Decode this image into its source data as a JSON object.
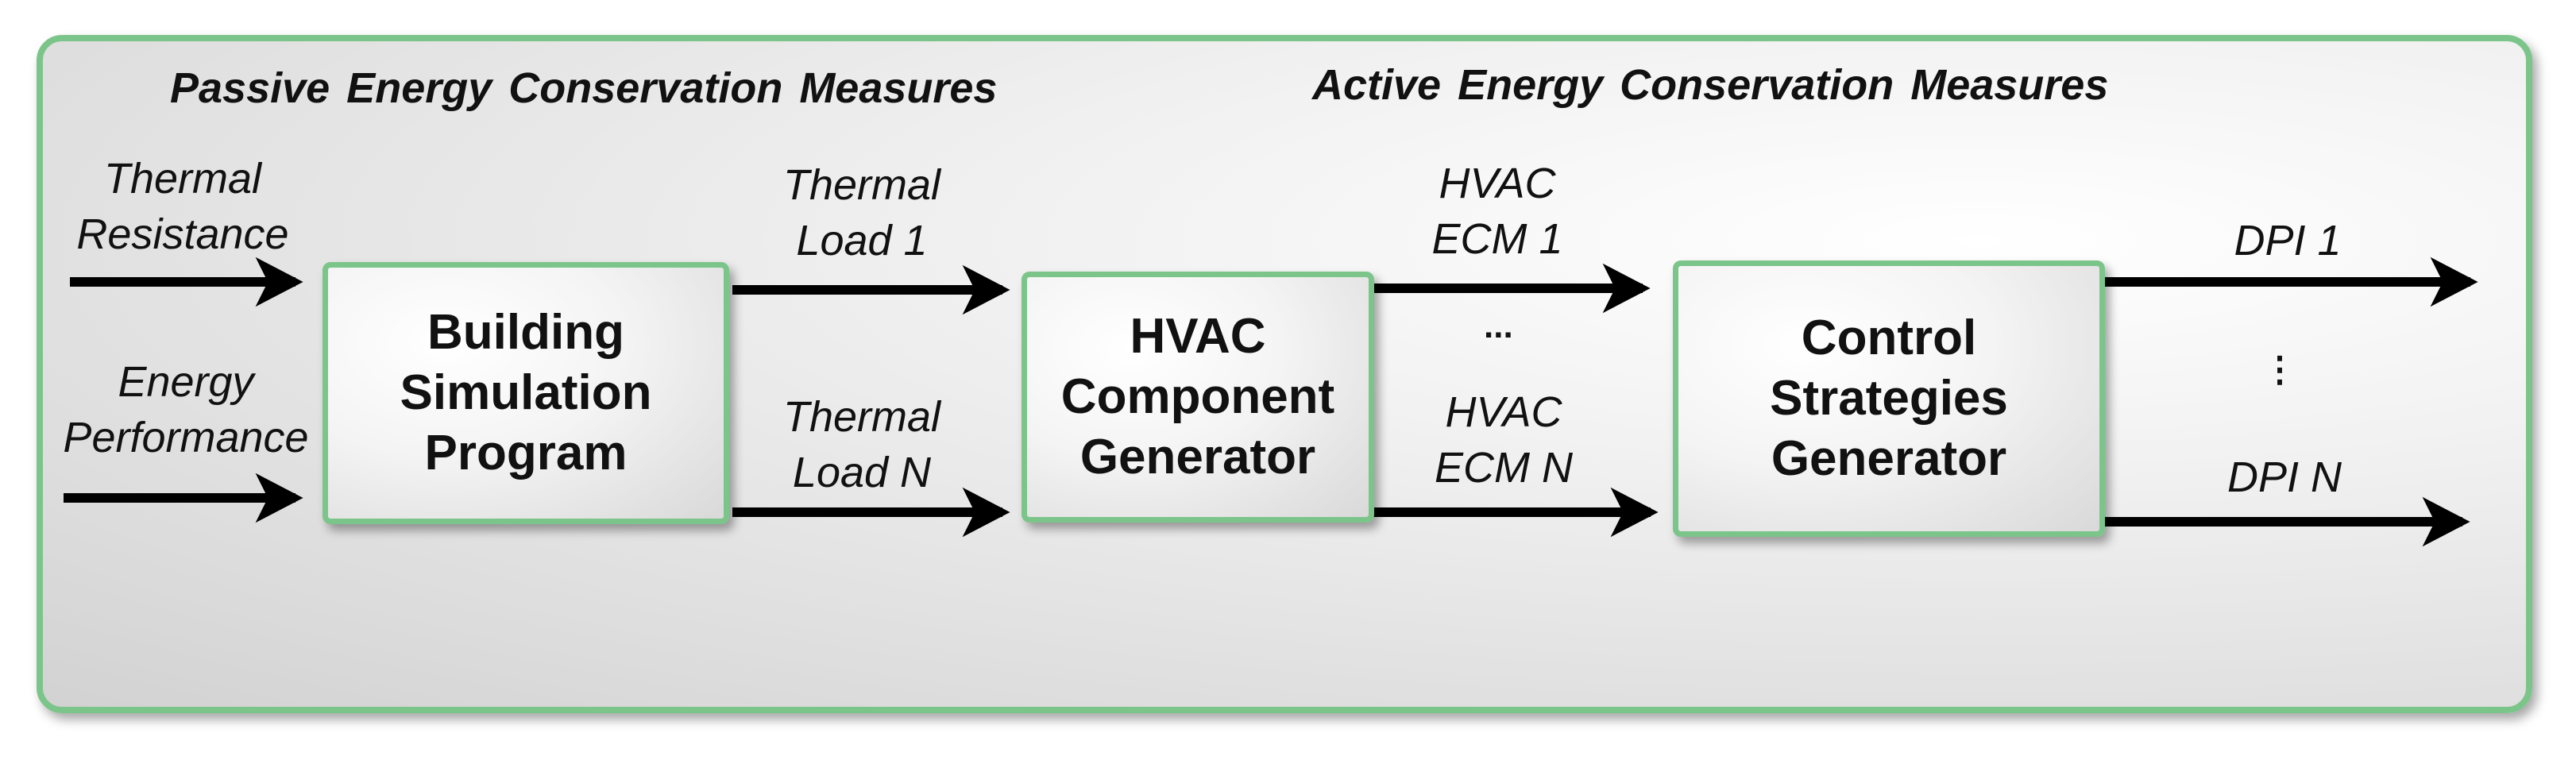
{
  "headings": {
    "passive": "Passive Energy Conservation Measures",
    "active": "Active Energy Conservation Measures"
  },
  "inputs": {
    "thermal_resistance": [
      "Thermal",
      "Resistance"
    ],
    "energy_performance": [
      "Energy",
      "Performance"
    ]
  },
  "boxes": {
    "building": [
      "Building",
      "Simulation",
      "Program"
    ],
    "hvac": [
      "HVAC",
      "Component",
      "Generator"
    ],
    "control": [
      "Control",
      "Strategies",
      "Generator"
    ]
  },
  "flows": {
    "thermal_load_1": [
      "Thermal",
      "Load 1"
    ],
    "thermal_load_n": [
      "Thermal",
      "Load N"
    ],
    "hvac_ecm_1": [
      "HVAC",
      "ECM 1"
    ],
    "hvac_ecm_n": [
      "HVAC",
      "ECM N"
    ],
    "ecm_ellipsis": "...",
    "dpi_1": "DPI 1",
    "dpi_ellipsis": "⋮",
    "dpi_n": "DPI N"
  },
  "colors": {
    "border_green": "#7cc58a",
    "arrow": "#000000"
  }
}
